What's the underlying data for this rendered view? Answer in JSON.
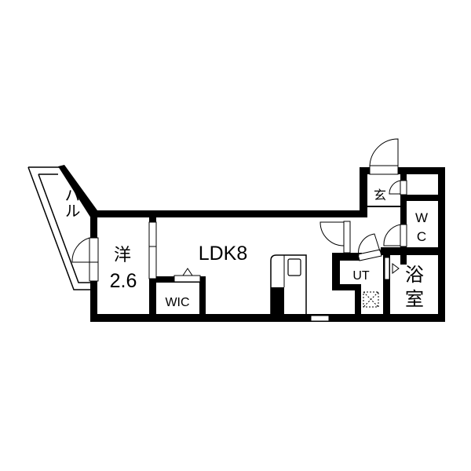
{
  "floor_plan": {
    "rooms": {
      "balcony": "バル",
      "western_room": "洋",
      "western_room_size": "2.6",
      "ldk": "LDK8",
      "wic": "WIC",
      "entrance": "玄",
      "wc_line1": "W",
      "wc_line2": "C",
      "utility": "UT",
      "bath_line1": "浴",
      "bath_line2": "室"
    },
    "colors": {
      "wall": "#000000",
      "background": "#ffffff"
    }
  }
}
